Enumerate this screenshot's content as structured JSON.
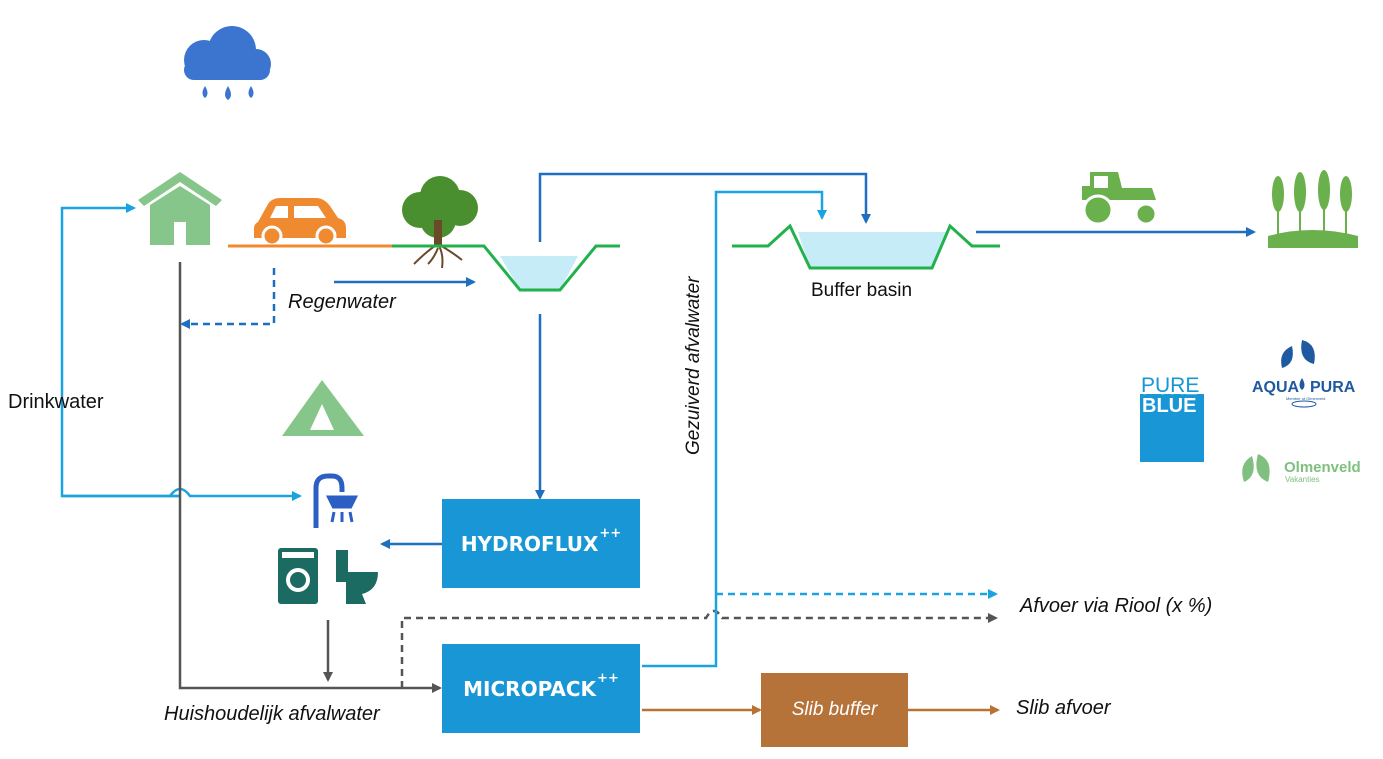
{
  "labels": {
    "drinkwater": "Drinkwater",
    "regenwater": "Regenwater",
    "buffer_basin": "Buffer basin",
    "gezuiverd_afvalwater": "Gezuiverd afvalwater",
    "huishoudelijk_afvalwater": "Huishoudelijk afvalwater",
    "afvoer_via_riool": "Afvoer via Riool (x %)",
    "slib_afvoer": "Slib afvoer"
  },
  "boxes": {
    "hydroflux": {
      "name": "HYDROFLUX",
      "sup": "++"
    },
    "micropack": {
      "name": "MICROPACK",
      "sup": "++"
    },
    "slib_buffer": "Slib buffer"
  },
  "logos": {
    "pureblue_line1": "PURE",
    "pureblue_line2": "BLUE",
    "aquapura_left": "AQUA",
    "aquapura_right": "PURA",
    "aquapura_sub": "Member of Olmenveld",
    "olmenveld_name": "Olmenveld",
    "olmenveld_sub": "Vakanties"
  },
  "icons": [
    "rain-cloud-icon",
    "house-icon",
    "car-icon",
    "tree-icon",
    "tent-icon",
    "shower-icon",
    "washing-machine-icon",
    "toilet-icon",
    "tractor-icon",
    "crops-icon"
  ],
  "colors": {
    "blue_dark": "#1f6fbf",
    "blue_light": "#1aa3e0",
    "box_blue": "#1896d6",
    "brown": "#b87333",
    "slib_box": "#b5733a",
    "grey": "#555555",
    "green": "#22b14c",
    "icon_green": "#7fbf7f",
    "water": "#c6ecf7",
    "orange": "#f08a30",
    "teal": "#1c6b63"
  }
}
